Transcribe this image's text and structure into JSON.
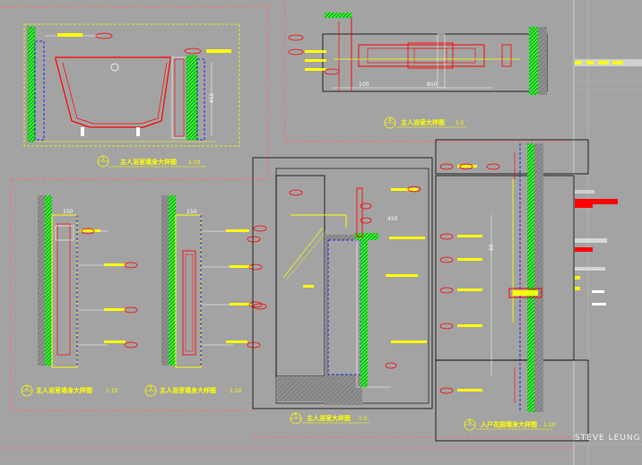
{
  "details": [
    {
      "num": "1",
      "scale": "1:10",
      "title": "主人浴室墙身大样图"
    },
    {
      "num": "2",
      "scale": "1:10",
      "title": "主人浴室墙身大样图"
    },
    {
      "num": "3",
      "scale": "1:10",
      "title": "主人浴室墙身大样图"
    },
    {
      "num": "4",
      "scale": "1:5",
      "title": "主人浴室大样图"
    },
    {
      "num": "5",
      "scale": "1:5",
      "title": "主人浴室大样图"
    },
    {
      "num": "6",
      "scale": "1:10",
      "title": "入户花园墙身大样图"
    }
  ],
  "dimensions": {
    "d100": "100",
    "d850": "850",
    "d450": "450",
    "d150": "150",
    "d60": "60"
  },
  "brand": "STEVE LEUNG",
  "colors": {
    "background": "#a3a3a3",
    "frame": "#000000",
    "dashed_border": "#ff6b6b",
    "annotation": "#ffff00",
    "section": "#ff0000",
    "fill_hatch": "#00c800",
    "hidden_line": "#0000ff",
    "dimension": "#ffffff"
  }
}
